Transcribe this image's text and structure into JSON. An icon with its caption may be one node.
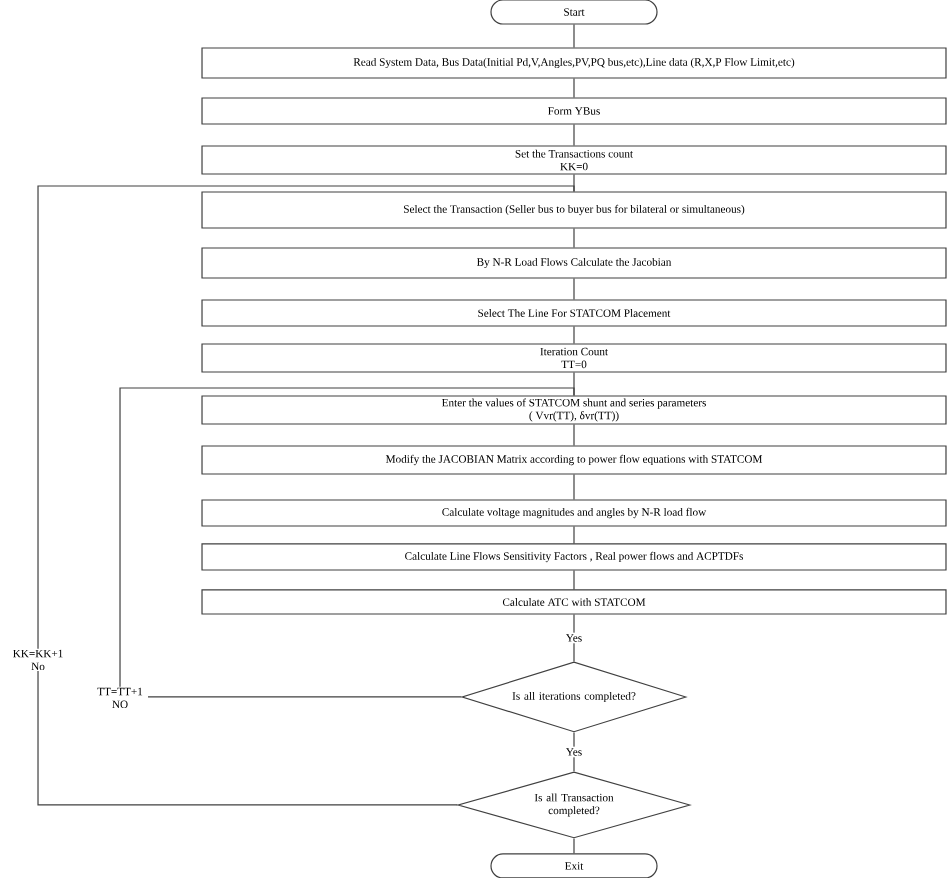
{
  "diagram": {
    "nodes": [
      {
        "text": [
          "Start"
        ]
      },
      {
        "text": [
          "Read System Data, Bus Data(Initial Pd,V,Angles,PV,PQ bus,etc),Line data (R,X,P Flow Limit,etc)"
        ]
      },
      {
        "text": [
          "Form YBus"
        ]
      },
      {
        "text": [
          "Set the Transactions count",
          "KK=0"
        ]
      },
      {
        "text": [
          "Select the Transaction (Seller bus to buyer bus for bilateral or simultaneous)"
        ]
      },
      {
        "text": [
          "By N-R Load Flows Calculate the Jacobian"
        ]
      },
      {
        "text": [
          "Select The Line For STATCOM Placement"
        ]
      },
      {
        "text": [
          "Iteration Count",
          "TT=0"
        ]
      },
      {
        "text": [
          "Enter the values of STATCOM shunt and series parameters",
          "( Vvr(TT), δvr(TT))"
        ]
      },
      {
        "text": [
          "Modify the JACOBIAN Matrix according to power flow equations with STATCOM"
        ]
      },
      {
        "text": [
          "Calculate voltage magnitudes and angles by N-R load flow"
        ]
      },
      {
        "text": [
          "Calculate Line Flows Sensitivity Factors , Real power flows and ACPTDFs"
        ]
      },
      {
        "text": [
          "Calculate ATC with STATCOM"
        ]
      },
      {
        "text": [
          "Is all iterations completed?"
        ]
      },
      {
        "text": [
          "Is all Transaction completed?"
        ]
      },
      {
        "text": [
          "Exit"
        ]
      }
    ],
    "edges": [
      {
        "from": 0,
        "to": 1,
        "arrow": "none"
      },
      {
        "from": 1,
        "to": 2,
        "arrow": "none"
      },
      {
        "from": 2,
        "to": 3,
        "arrow": "none"
      },
      {
        "from": 3,
        "to": 4,
        "arrow": "none"
      },
      {
        "from": 4,
        "to": 5,
        "arrow": "none"
      },
      {
        "from": 5,
        "to": 6,
        "arrow": "none"
      },
      {
        "from": 6,
        "to": 7,
        "arrow": "none"
      },
      {
        "from": 7,
        "to": 8,
        "arrow": "none"
      },
      {
        "from": 8,
        "to": 9,
        "arrow": "none"
      },
      {
        "from": 9,
        "to": 10,
        "arrow": "none"
      },
      {
        "from": 10,
        "to": 11,
        "arrow": "none"
      },
      {
        "from": 11,
        "to": 12,
        "arrow": "none"
      },
      {
        "from": 12,
        "to": 13,
        "arrow": "none",
        "label": "Yes"
      },
      {
        "from": 13,
        "to": 14,
        "arrow": "none",
        "label": "Yes"
      },
      {
        "from": 14,
        "to": 15,
        "arrow": "none"
      },
      {
        "from": 13,
        "to": 8,
        "arrow": "none",
        "label": "TT=TT+1 NO"
      },
      {
        "from": 14,
        "to": 4,
        "arrow": "none",
        "label": "KK=KK+1 No"
      }
    ]
  }
}
